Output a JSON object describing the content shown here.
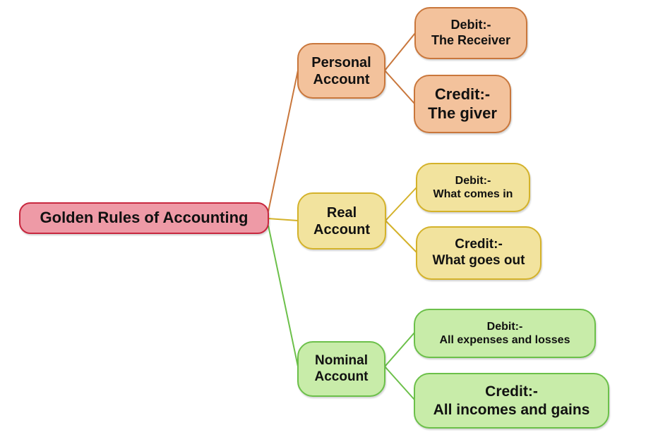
{
  "diagram": {
    "type": "mind-map",
    "root": {
      "label": "Golden Rules of Accounting",
      "color": "#ee9aa6",
      "border": "#c8283f"
    },
    "branches": [
      {
        "label_line1": "Personal",
        "label_line2": "Account",
        "color": "#f3c29c",
        "border": "#c9773c",
        "children": [
          {
            "line1": "Debit:-",
            "line2": "The Receiver"
          },
          {
            "line1": "Credit:-",
            "line2": "The giver"
          }
        ]
      },
      {
        "label_line1": "Real",
        "label_line2": "Account",
        "color": "#f2e39e",
        "border": "#d4b22a",
        "children": [
          {
            "line1": "Debit:-",
            "line2": "What comes in"
          },
          {
            "line1": "Credit:-",
            "line2": "What goes out"
          }
        ]
      },
      {
        "label_line1": "Nominal",
        "label_line2": "Account",
        "color": "#c8eca9",
        "border": "#6cc04a",
        "children": [
          {
            "line1": "Debit:-",
            "line2": "All expenses and losses"
          },
          {
            "line1": "Credit:-",
            "line2": "All incomes and gains"
          }
        ]
      }
    ]
  }
}
